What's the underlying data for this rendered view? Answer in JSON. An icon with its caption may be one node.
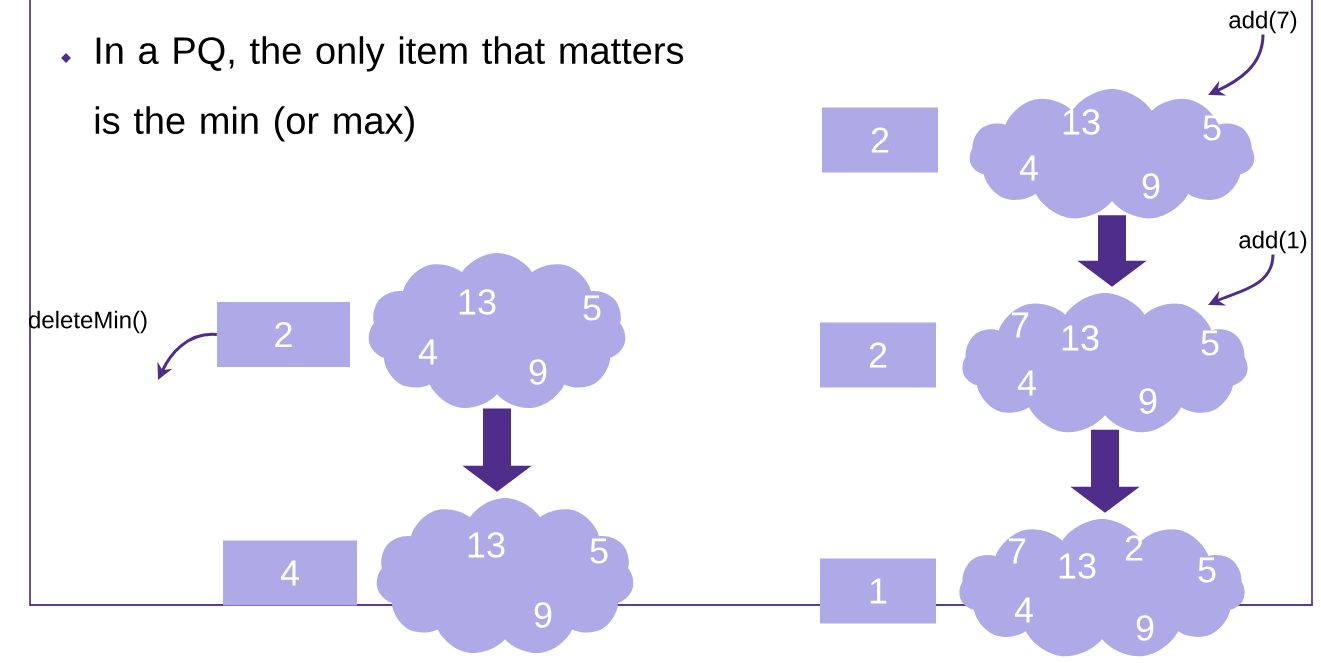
{
  "diagram": {
    "nodes": [
      {
        "text": [
          "2"
        ]
      },
      {
        "text": [
          "13",
          "5",
          "4",
          "9"
        ]
      },
      {
        "text": [
          "4"
        ]
      },
      {
        "text": [
          "13",
          "5",
          "9"
        ]
      },
      {
        "text": [
          "2"
        ]
      },
      {
        "text": [
          "13",
          "5",
          "4",
          "9"
        ]
      },
      {
        "text": [
          "2"
        ]
      },
      {
        "text": [
          "7",
          "13",
          "5",
          "4",
          "9"
        ]
      },
      {
        "text": [
          "1"
        ]
      },
      {
        "text": [
          "7",
          "13",
          "2",
          "5",
          "4",
          "9"
        ]
      },
      {
        "text": [
          "add(7)"
        ]
      },
      {
        "text": [
          "add(1)"
        ]
      }
    ],
    "edges": [
      {
        "from": 0,
        "to": null,
        "arrow": "to",
        "label": "deleteMin()"
      },
      {
        "from": 1,
        "to": 3,
        "arrow": "to",
        "style": "thick"
      },
      {
        "from": 5,
        "to": 7,
        "arrow": "to",
        "style": "thick"
      },
      {
        "from": 7,
        "to": 9,
        "arrow": "to",
        "style": "thick"
      },
      {
        "from": 10,
        "to": 5,
        "arrow": "to"
      },
      {
        "from": 11,
        "to": 7,
        "arrow": "to"
      }
    ],
    "labels": [
      "In a PQ, the only item that matters is the min (or max)"
    ]
  }
}
